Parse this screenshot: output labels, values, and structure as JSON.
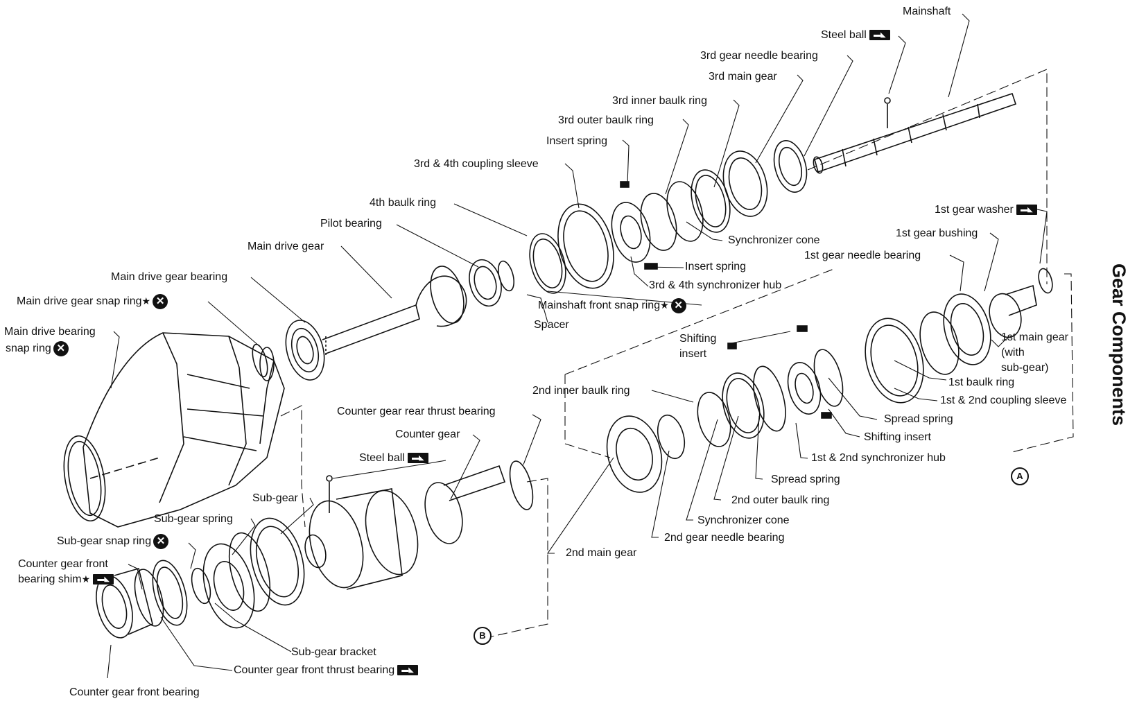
{
  "title": "Gear Components",
  "references": {
    "a": "A",
    "b": "B"
  },
  "icons": {
    "x_mark": "x-mark-icon",
    "grease": "grease-fitting-icon",
    "star": "star-icon"
  },
  "labels": {
    "mainshaft": "Mainshaft",
    "steel_ball_top": "Steel ball",
    "gear3_needle_bearing": "3rd gear needle bearing",
    "gear3_main_gear": "3rd main gear",
    "gear3_inner_baulk_ring": "3rd inner baulk ring",
    "gear3_outer_baulk_ring": "3rd outer baulk ring",
    "insert_spring_top": "Insert spring",
    "coupling_sleeve_34": "3rd & 4th coupling sleeve",
    "baulk_ring_4th": "4th baulk ring",
    "pilot_bearing": "Pilot bearing",
    "main_drive_gear": "Main drive gear",
    "main_drive_gear_bearing": "Main drive gear bearing",
    "main_drive_gear_snap_ring": "Main drive gear snap ring",
    "main_drive_bearing_snap_ring_1": "Main drive bearing",
    "main_drive_bearing_snap_ring_2": "snap ring",
    "synchronizer_cone_top": "Synchronizer cone",
    "insert_spring_mid": "Insert spring",
    "sync_hub_34": "3rd & 4th synchronizer hub",
    "mainshaft_front_snap_ring": "Mainshaft front snap ring",
    "spacer": "Spacer",
    "gear1_washer": "1st gear washer",
    "gear1_bushing": "1st gear bushing",
    "gear1_needle_bearing": "1st gear needle bearing",
    "gear1_main_gear_1": "1st main gear",
    "gear1_main_gear_2": "(with",
    "gear1_main_gear_3": "sub-gear)",
    "baulk_ring_1st": "1st baulk ring",
    "coupling_sleeve_12": "1st & 2nd coupling sleeve",
    "spread_spring_right": "Spread spring",
    "shifting_insert_right": "Shifting insert",
    "sync_hub_12": "1st & 2nd synchronizer hub",
    "spread_spring_mid": "Spread spring",
    "outer_baulk_ring_2nd": "2nd outer baulk ring",
    "synchronizer_cone_bottom": "Synchronizer cone",
    "gear2_needle_bearing": "2nd gear needle bearing",
    "gear2_main_gear": "2nd main gear",
    "inner_baulk_ring_2nd": "2nd inner baulk ring",
    "shifting_insert_top_1": "Shifting",
    "shifting_insert_top_2": "insert",
    "counter_gear_rear_thrust_bearing": "Counter gear rear thrust bearing",
    "counter_gear": "Counter gear",
    "steel_ball_bottom": "Steel ball",
    "sub_gear": "Sub-gear",
    "sub_gear_spring": "Sub-gear spring",
    "sub_gear_snap_ring": "Sub-gear snap ring",
    "counter_gear_front_bearing_shim_1": "Counter gear front",
    "counter_gear_front_bearing_shim_2": "bearing shim",
    "sub_gear_bracket": "Sub-gear bracket",
    "counter_gear_front_thrust_bearing": "Counter gear front thrust bearing",
    "counter_gear_front_bearing": "Counter gear front bearing"
  }
}
